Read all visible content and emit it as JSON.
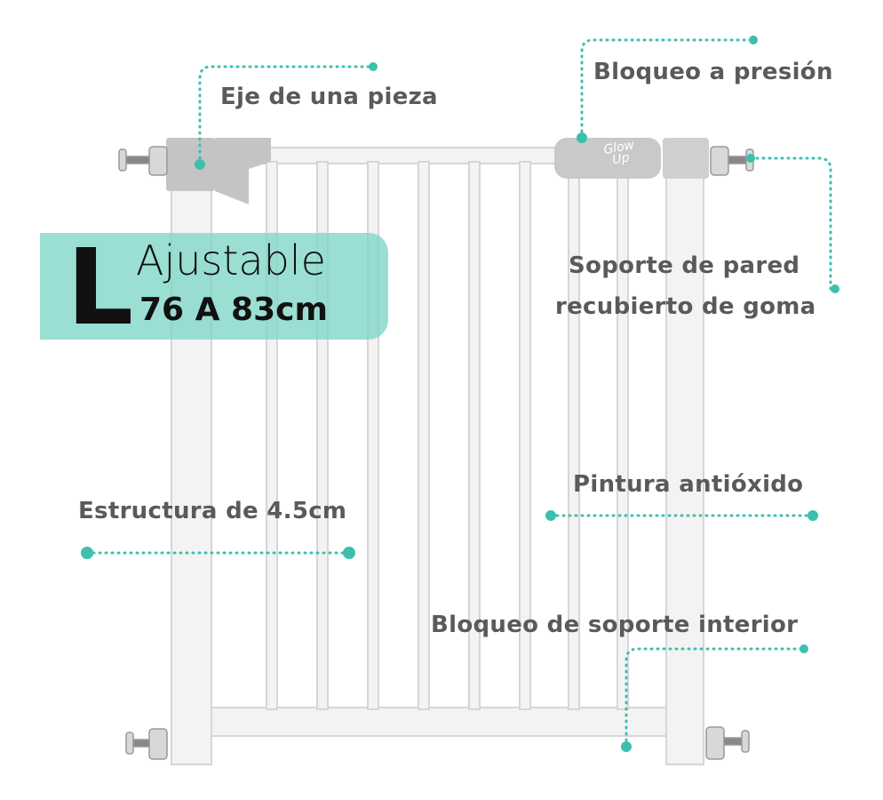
{
  "badge": {
    "size_letter": "L",
    "title": "Ajustable",
    "range": "76 A 83cm"
  },
  "brand_logo": "Glow Up",
  "features": {
    "eje": "Eje de una pieza",
    "bloqueo_presion": "Bloqueo a presión",
    "soporte_line1": "Soporte de pared",
    "soporte_line2": "recubierto de goma",
    "estructura": "Estructura de 4.5cm",
    "pintura": "Pintura antióxido",
    "bloqueo_interior": "Bloqueo de soporte interior"
  },
  "colors": {
    "accent": "#3dbfae",
    "badge": "#8fdcd0",
    "text": "#5a5a5a",
    "gate": "#f2f2f2",
    "parts": "#c9c9c9"
  }
}
